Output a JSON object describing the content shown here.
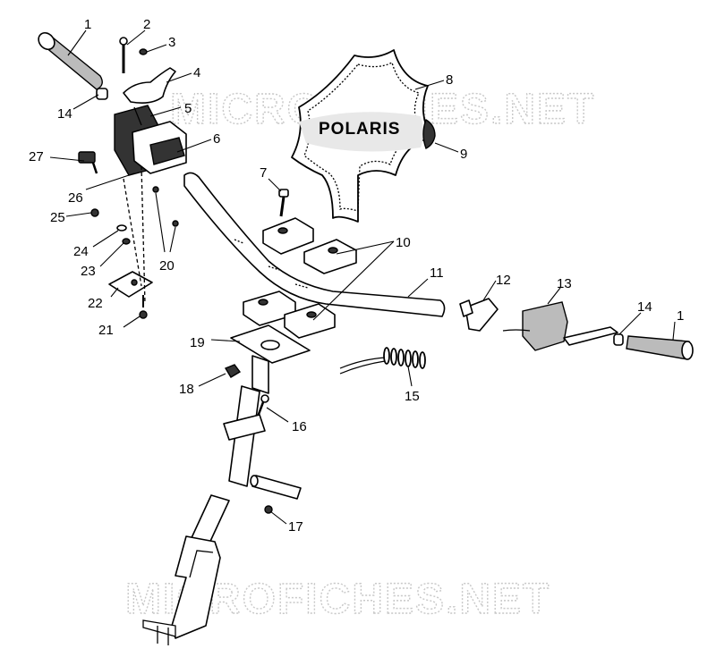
{
  "watermarks": [
    "MICROFICHES.NET",
    "MICROFICHES.NET"
  ],
  "brand_text": "POLARIS",
  "callouts": [
    "1",
    "2",
    "3",
    "4",
    "14",
    "5",
    "6",
    "8",
    "9",
    "27",
    "7",
    "26",
    "25",
    "10",
    "24",
    "23",
    "20",
    "11",
    "12",
    "13",
    "22",
    "14",
    "1",
    "21",
    "19",
    "15",
    "18",
    "16",
    "17"
  ]
}
